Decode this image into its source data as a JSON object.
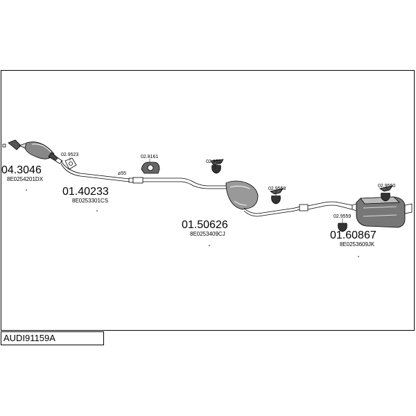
{
  "title_box": "AUDI91159A",
  "parts": {
    "front_pipe": {
      "number": "04.3046",
      "oem": "8E0254201DX"
    },
    "middle_pipe": {
      "number": "01.40233",
      "oem": "8E0253301CS"
    },
    "center_silencer": {
      "number": "01.50626",
      "oem": "8E0253409CJ"
    },
    "rear_silencer": {
      "number": "01.60867",
      "oem": "8E0253609JK"
    }
  },
  "accessories": {
    "a1": "02.9523",
    "a2": "02.8161",
    "a3": "02.9557",
    "a4": "02.9558",
    "a5": "02.9550",
    "a6": "02.9559"
  },
  "diameter_label": "⌀55",
  "colors": {
    "line": "#000000",
    "pipe_fill": "#ffffff",
    "dark": "#333333"
  }
}
